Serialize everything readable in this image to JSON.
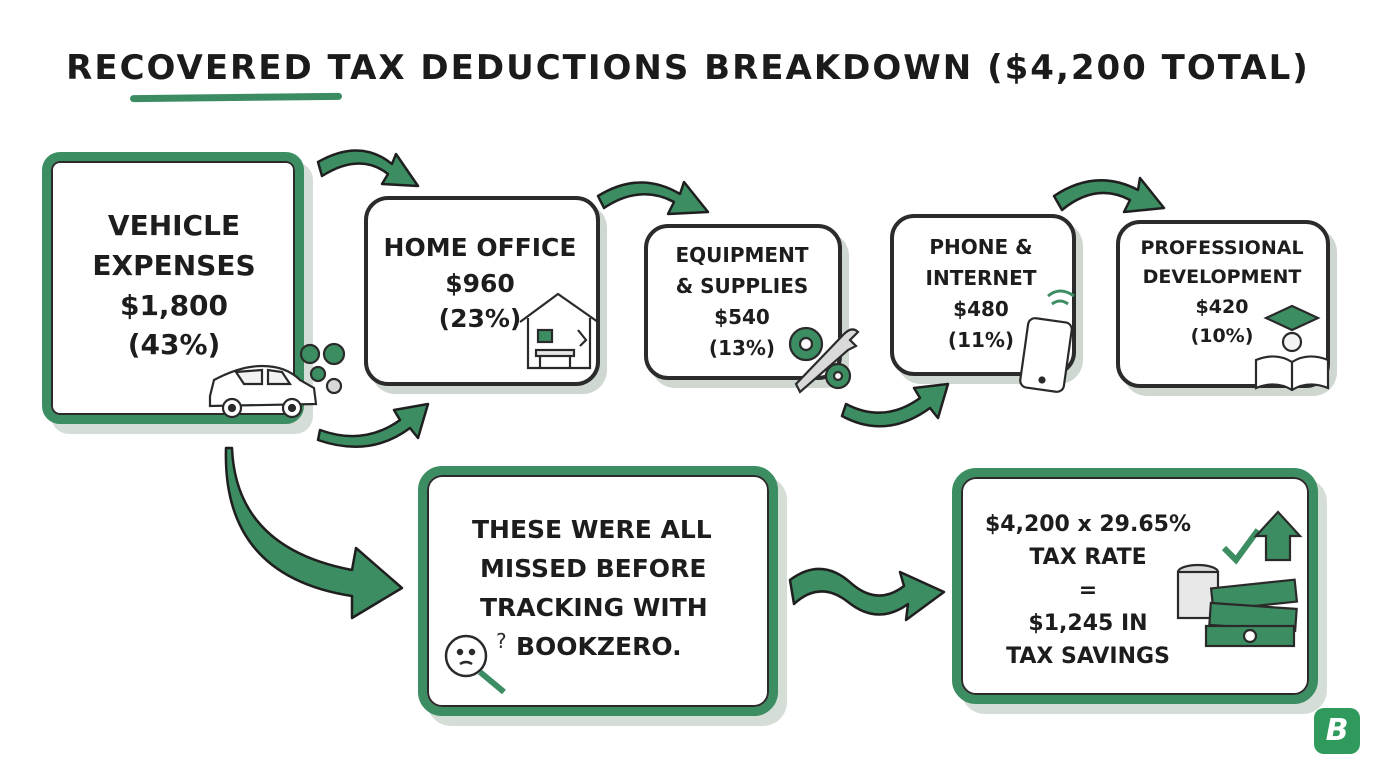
{
  "title": {
    "highlight_word": "RECOVERED",
    "text": "RECOVERED TAX DEDUCTIONS BREAKDOWN ($4,200 TOTAL)"
  },
  "colors": {
    "accent_green": "#3d8d62",
    "ink": "#1d1d1d",
    "shadow": "#cfd7d1",
    "badge": "#2f9a5b"
  },
  "deductions": [
    {
      "name_lines": [
        "VEHICLE",
        "EXPENSES"
      ],
      "amount": "$1,800",
      "percent": "(43%)",
      "icon": "car-money-icon"
    },
    {
      "name_lines": [
        "HOME OFFICE"
      ],
      "amount": "$960",
      "percent": "(23%)",
      "icon": "house-desk-icon"
    },
    {
      "name_lines": [
        "EQUIPMENT",
        "& SUPPLIES"
      ],
      "amount": "$540",
      "percent": "(13%)",
      "icon": "gears-wrench-icon"
    },
    {
      "name_lines": [
        "PHONE &",
        "INTERNET"
      ],
      "amount": "$480",
      "percent": "(11%)",
      "icon": "smartphone-wifi-icon"
    },
    {
      "name_lines": [
        "PROFESSIONAL",
        "DEVELOPMENT"
      ],
      "amount": "$420",
      "percent": "(10%)",
      "icon": "graduation-book-icon"
    }
  ],
  "missed_note": {
    "lines": [
      "THESE WERE ALL",
      "MISSED BEFORE",
      "TRACKING WITH",
      "BOOKZERO."
    ],
    "icon": "magnifier-question-icon"
  },
  "savings": {
    "lines": [
      "$4,200 x 29.65%",
      "TAX RATE",
      "=",
      "$1,245 IN",
      "TAX SAVINGS"
    ],
    "icon": "money-stack-check-arrow-icon"
  },
  "brand_badge": "B"
}
